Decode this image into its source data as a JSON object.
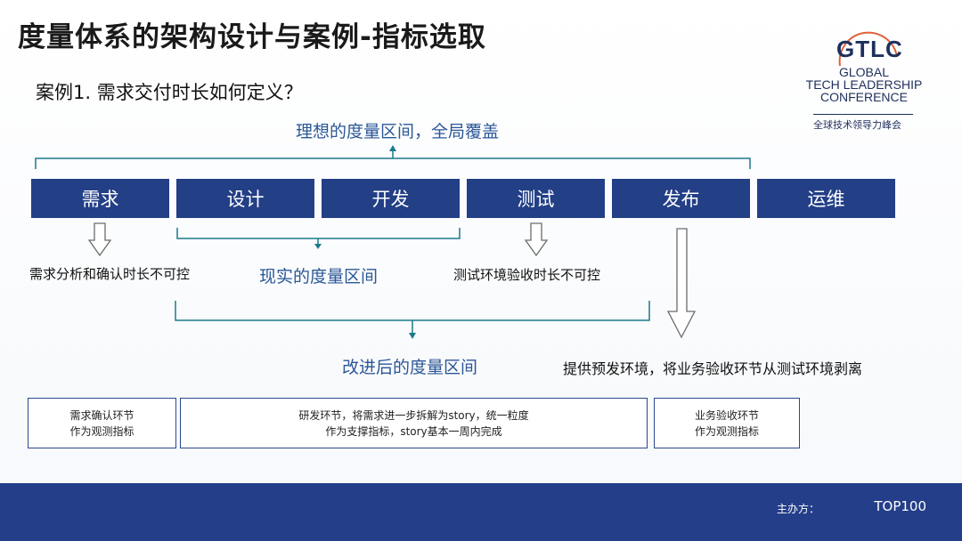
{
  "slide": {
    "title": "度量体系的架构设计与案例-指标选取",
    "subtitle": "案例1. 需求交付时长如何定义？"
  },
  "logo": {
    "name": "GTLC",
    "line1": "GLOBAL",
    "line2": "TECH LEADERSHIP",
    "line3": "CONFERENCE",
    "cn": "全球技术领导力峰会"
  },
  "labels": {
    "ideal": "理想的度量区间，全局覆盖",
    "real": "现实的度量区间",
    "improved": "改进后的度量区间"
  },
  "stages": [
    {
      "label": "需求"
    },
    {
      "label": "设计"
    },
    {
      "label": "开发"
    },
    {
      "label": "测试"
    },
    {
      "label": "发布"
    },
    {
      "label": "运维"
    }
  ],
  "notes": {
    "req": "需求分析和确认时长不可控",
    "test": "测试环境验收时长不可控",
    "release": "提供预发环境，将业务验收环节从测试环境剥离"
  },
  "boxes": [
    {
      "line1": "需求确认环节",
      "line2": "作为观测指标"
    },
    {
      "line1": "研发环节，将需求进一步拆解为story，统一粒度",
      "line2": "作为支撑指标，story基本一周内完成"
    },
    {
      "line1": "业务验收环节",
      "line2": "作为观测指标"
    }
  ],
  "footer": {
    "host_label": "主办方：",
    "host_name": "TOP100"
  },
  "colors": {
    "stage_fill": "#233f86",
    "bracket": "#1b7a8c",
    "footer": "#243e8a",
    "blue_text": "#2b5797"
  }
}
